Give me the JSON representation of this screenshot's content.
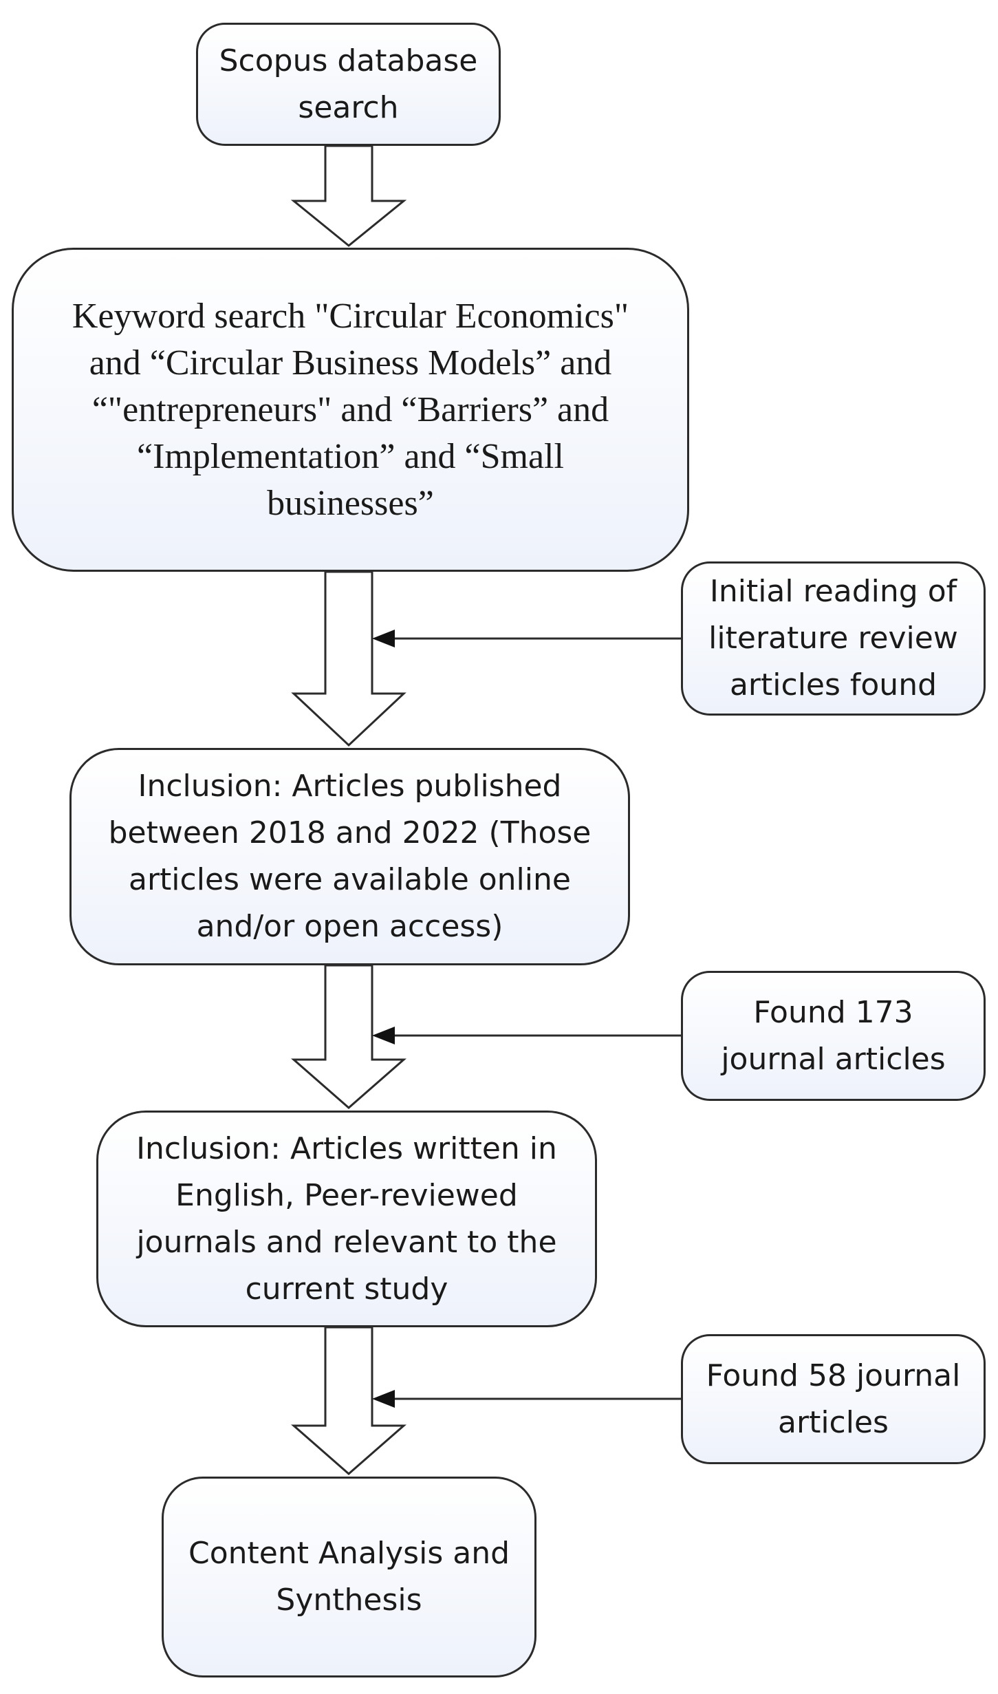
{
  "flow": {
    "steps": [
      {
        "id": "step-1",
        "text": "Scopus database\nsearch"
      },
      {
        "id": "step-2",
        "text": "Keyword search \"Circular Economics\"\nand “Circular Business Models” and\n“\"entrepreneurs\" and “Barriers” and\n“Implementation” and “Small\nbusinesses”"
      },
      {
        "id": "step-3",
        "text": "Inclusion: Articles published\nbetween 2018 and 2022 (Those\narticles were available online\nand/or open access)"
      },
      {
        "id": "step-4",
        "text": "Inclusion: Articles written in\nEnglish, Peer-reviewed\njournals and relevant to the\ncurrent study"
      },
      {
        "id": "step-5",
        "text": "Content Analysis and\nSynthesis"
      }
    ],
    "side_notes": [
      {
        "id": "note-1",
        "text": "Initial reading of\nliterature review\narticles found"
      },
      {
        "id": "note-2",
        "text": "Found 173\njournal articles"
      },
      {
        "id": "note-3",
        "text": "Found 58 journal\narticles"
      }
    ],
    "colors": {
      "border": "#2b2b2b",
      "fill_top": "#ffffff",
      "fill_bottom": "#eef2fb",
      "text": "#1a1a1a"
    }
  }
}
